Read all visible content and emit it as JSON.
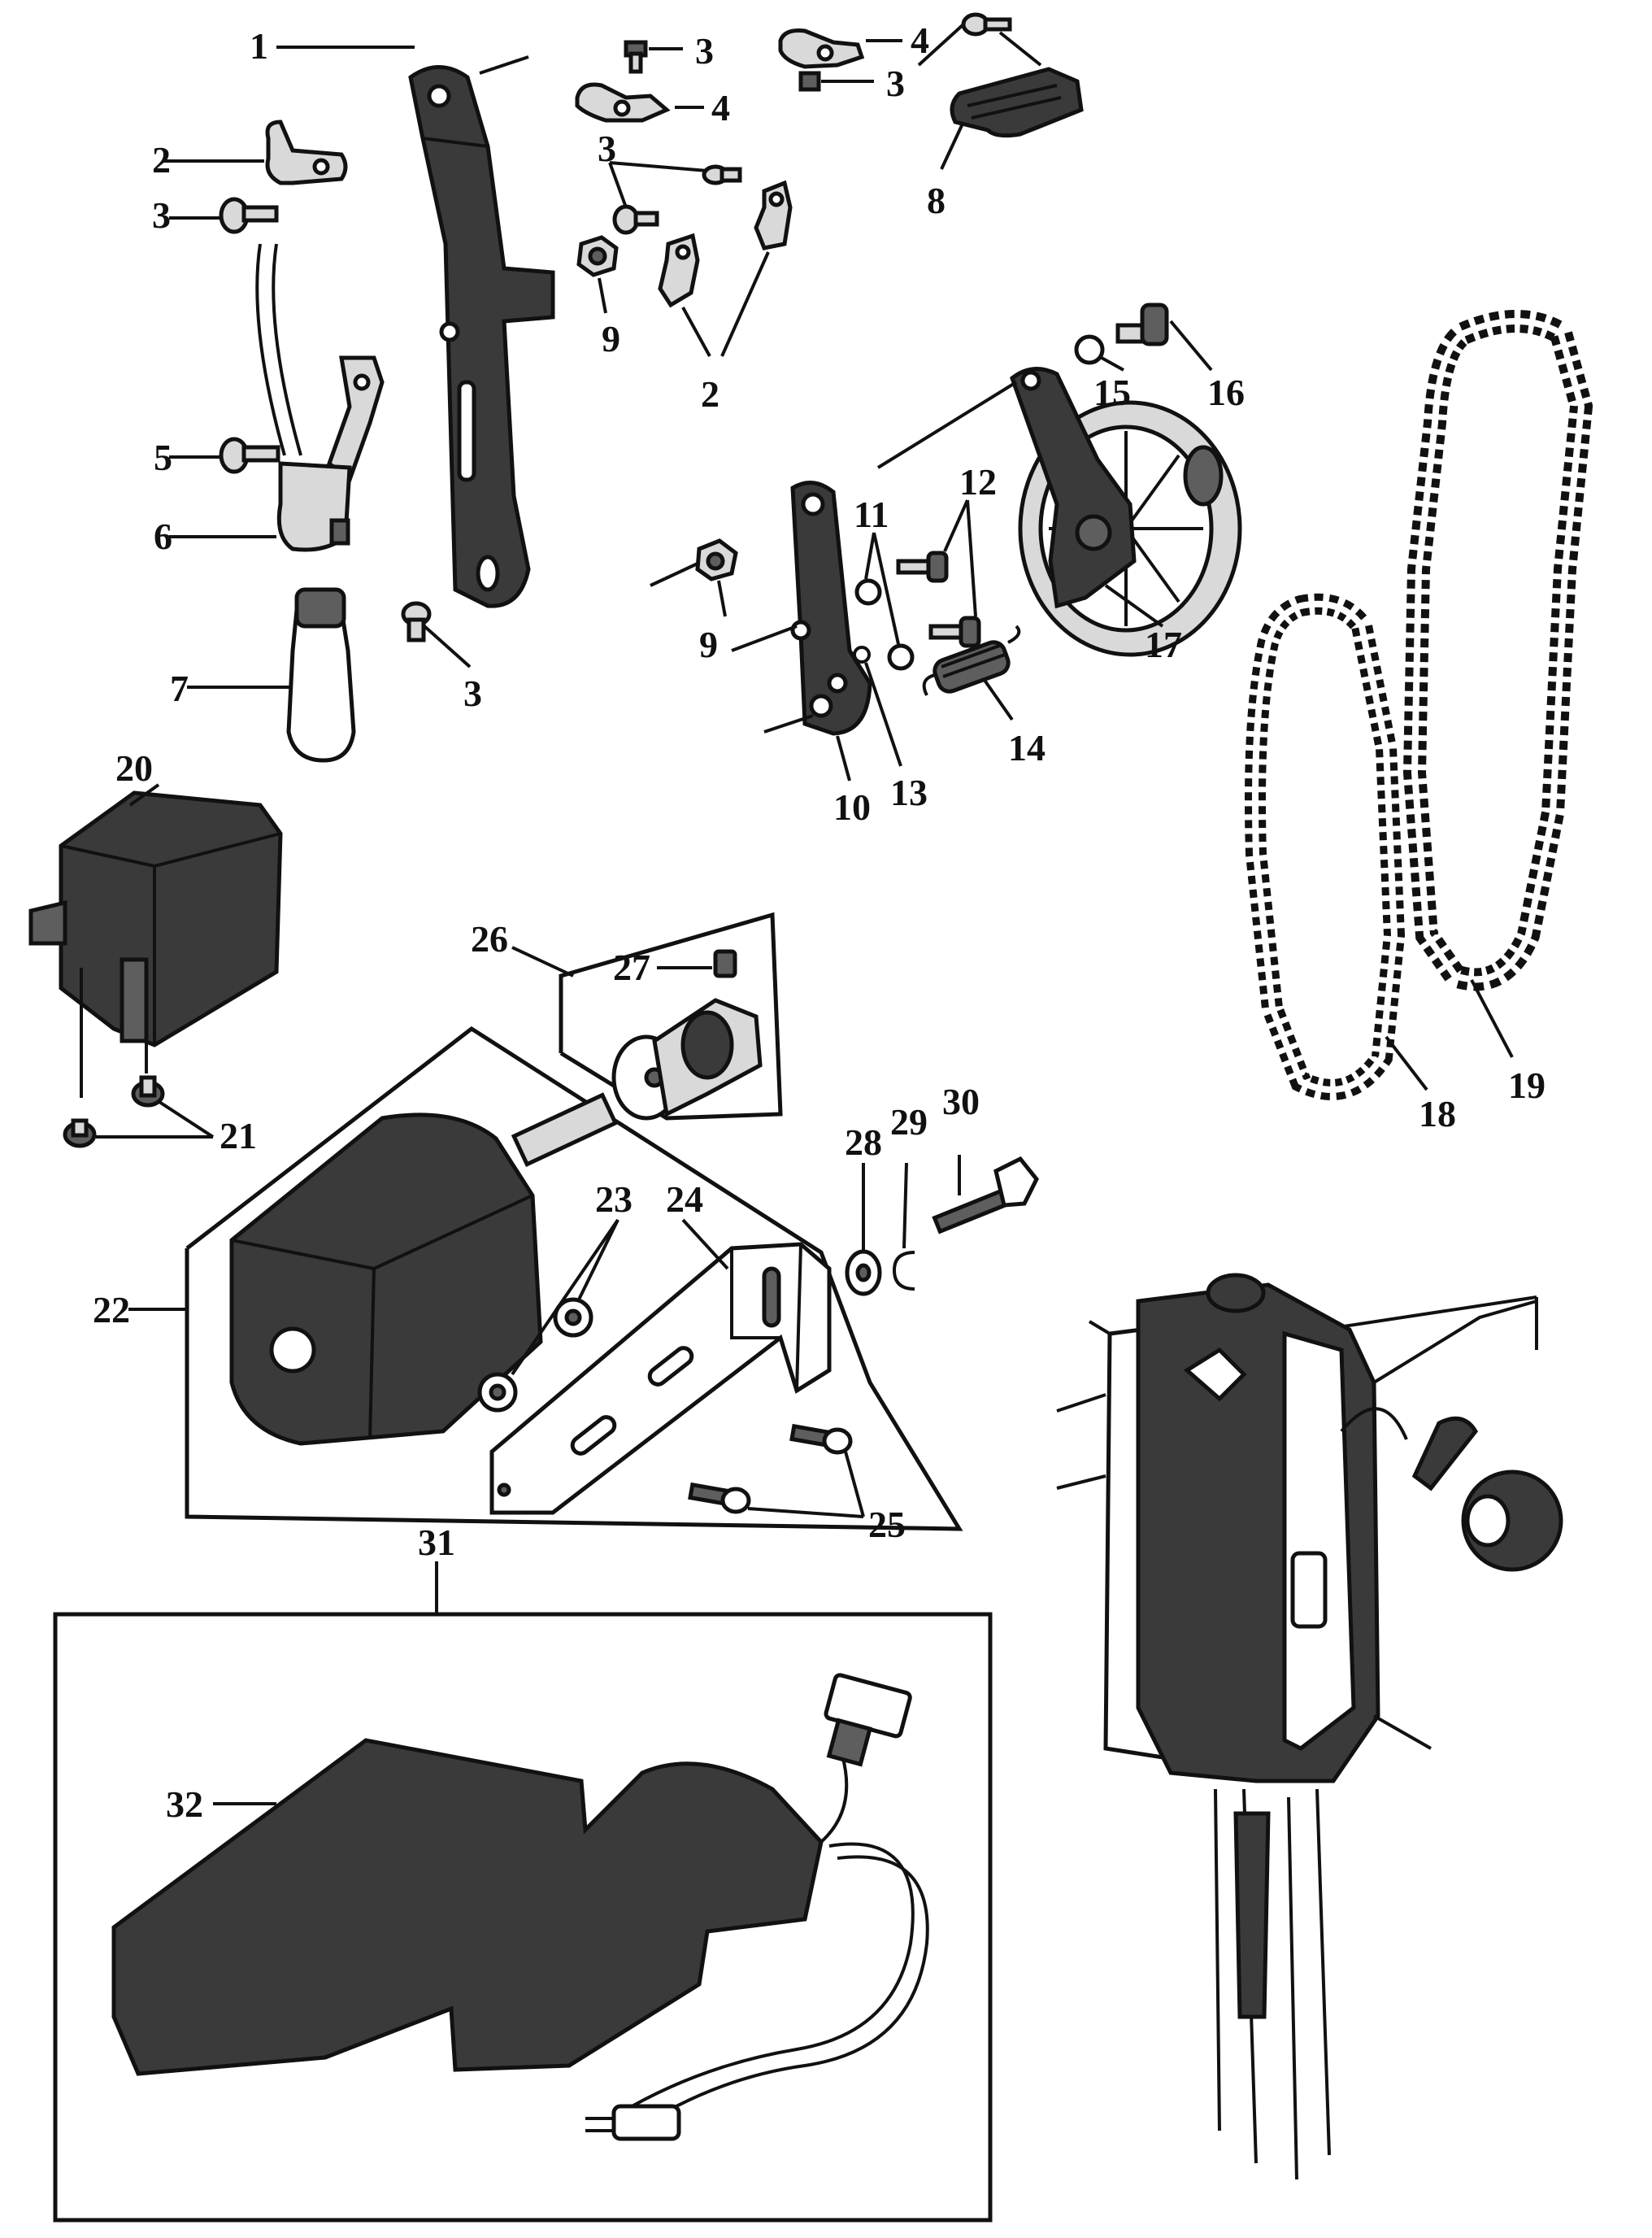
{
  "labels": {
    "l1": "1",
    "l2": "2",
    "l3": "3",
    "l4": "4",
    "l5": "5",
    "l6": "6",
    "l7": "7",
    "l8": "8",
    "l9": "9",
    "l10": "10",
    "l11": "11",
    "l12": "12",
    "l13": "13",
    "l14": "14",
    "l15": "15",
    "l16": "16",
    "l17": "17",
    "l18": "18",
    "l19": "19",
    "l20": "20",
    "l21": "21",
    "l22": "22",
    "l23": "23",
    "l24": "24",
    "l25": "25",
    "l26": "26",
    "l27": "27",
    "l28": "28",
    "l29": "29",
    "l30": "30",
    "l31": "31",
    "l32": "32"
  },
  "colors": {
    "ink": "#111111",
    "paper": "#ffffff",
    "shade": "#3a3a3a"
  }
}
